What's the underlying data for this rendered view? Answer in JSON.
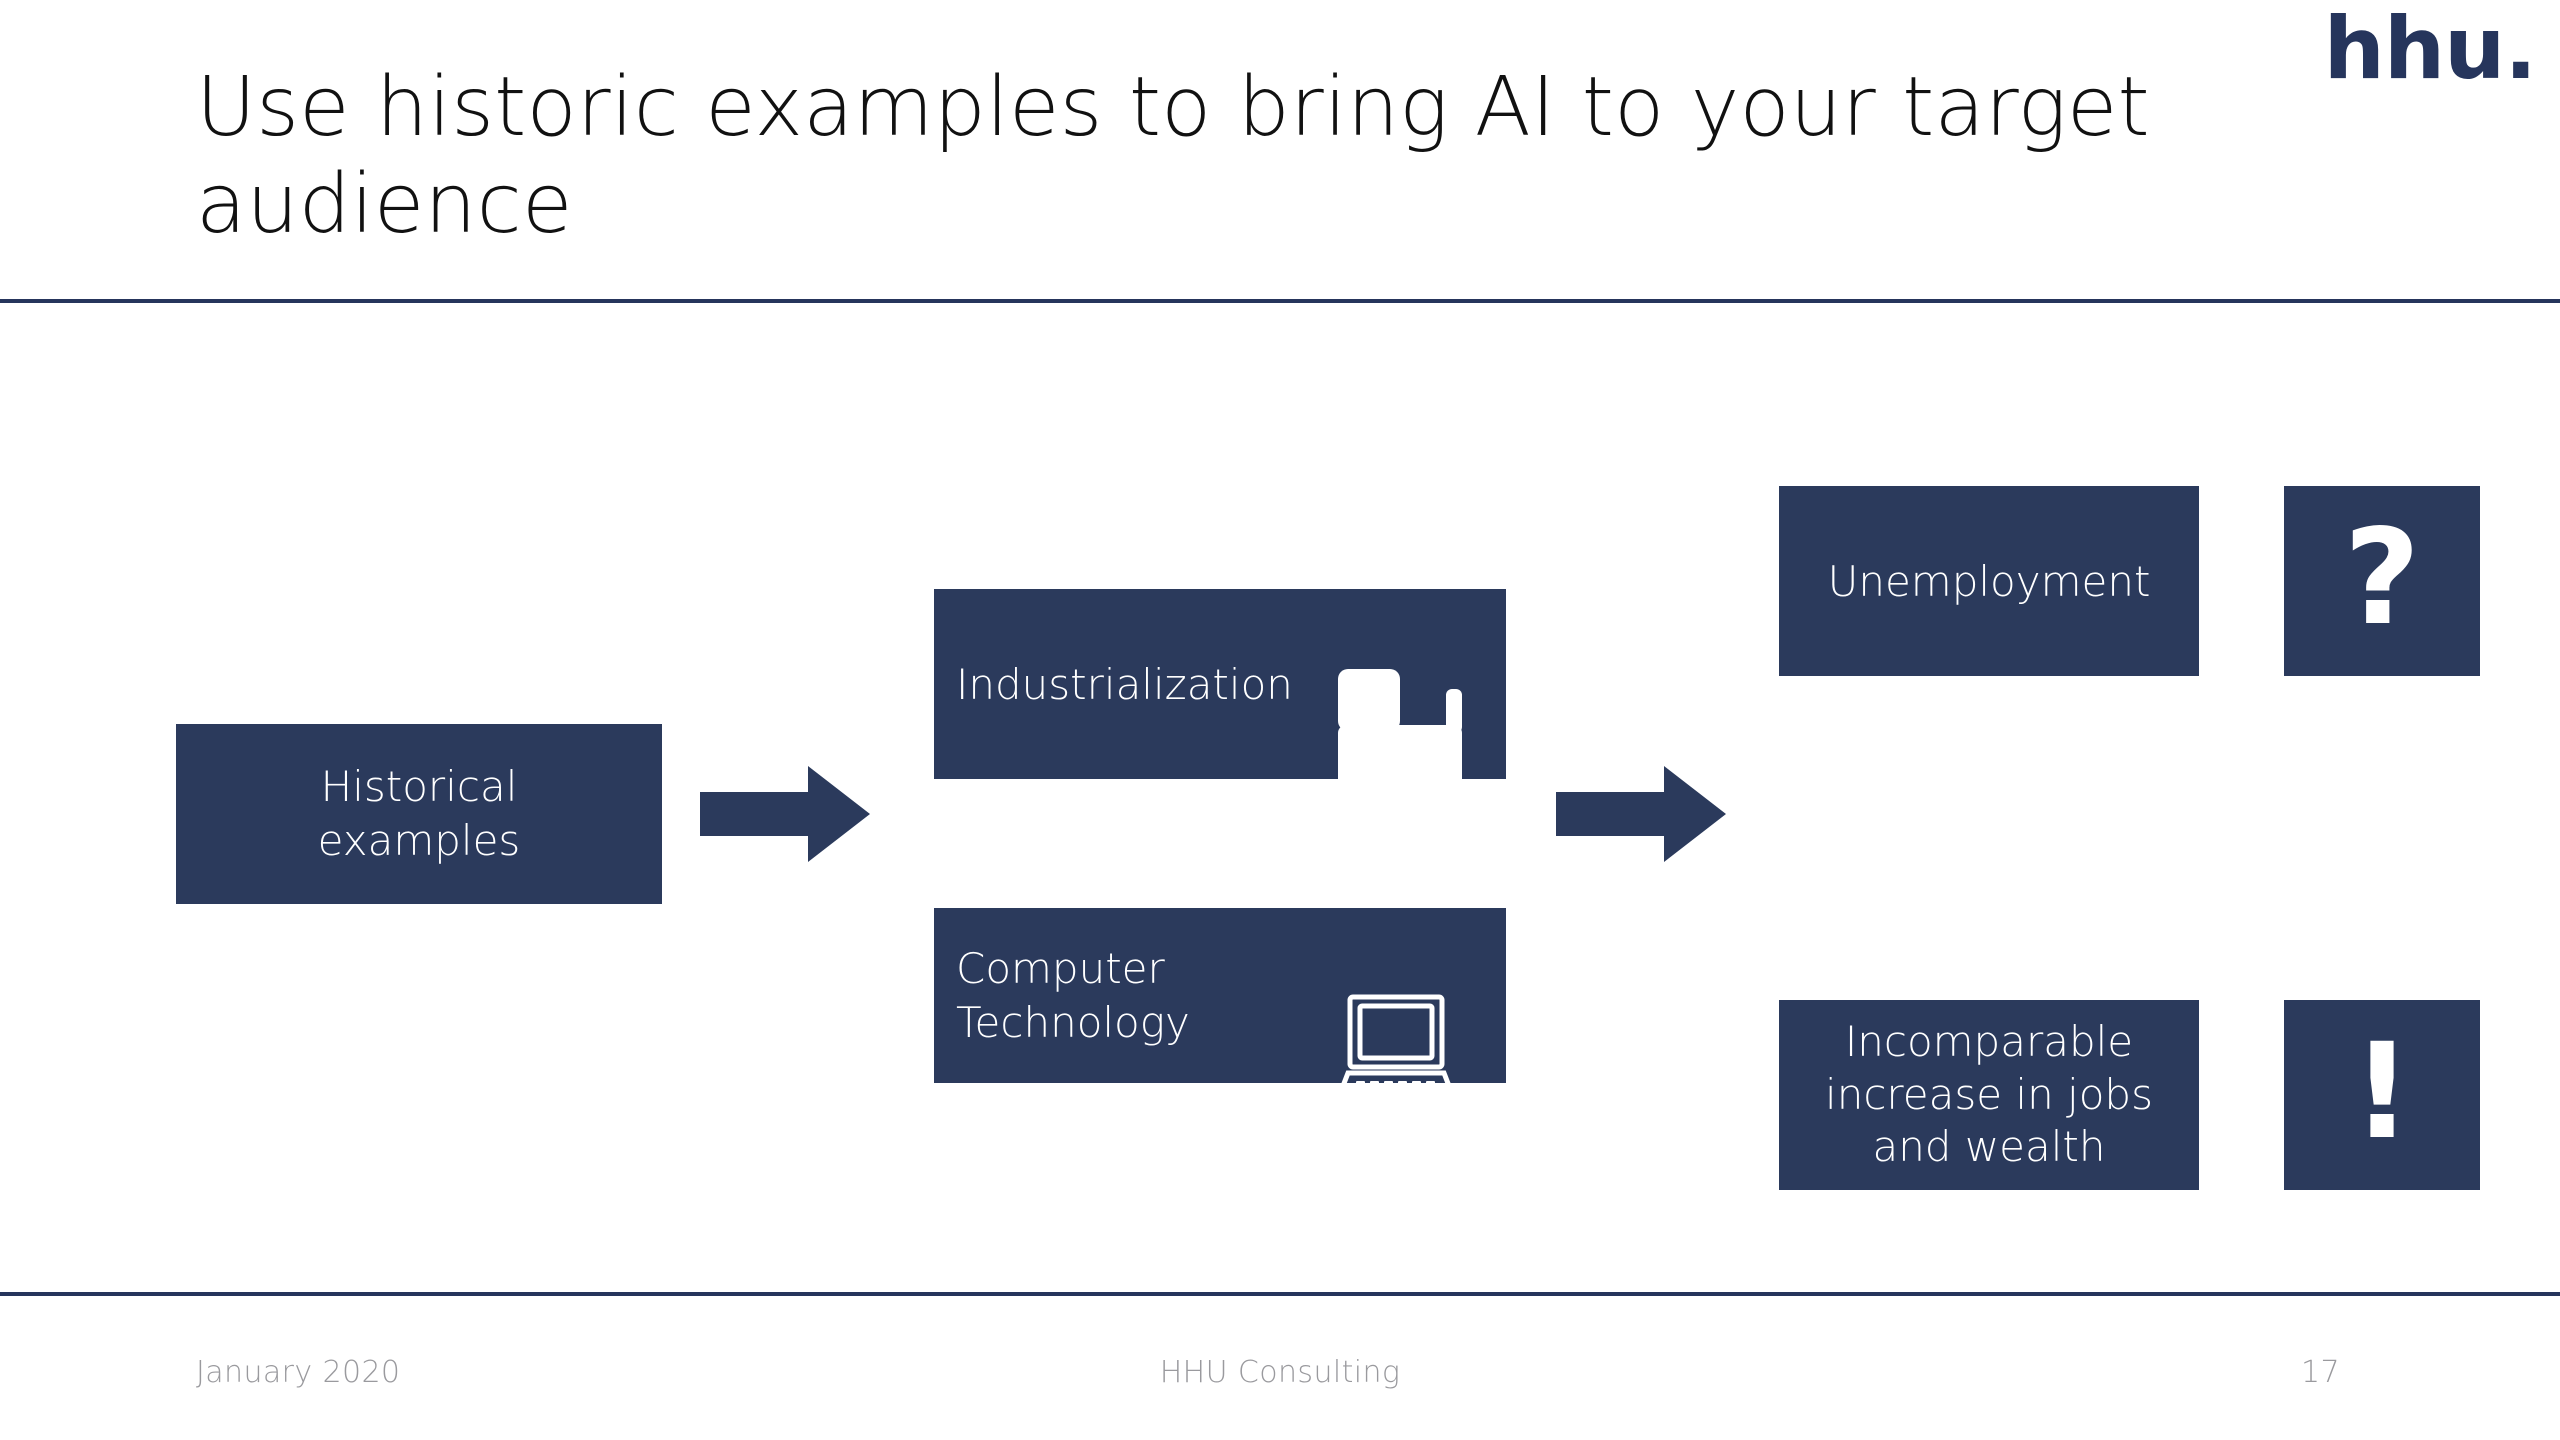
{
  "header": {
    "title": "Use historic examples to bring AI to your target\naudience",
    "logo": "hhu."
  },
  "colors": {
    "navy": "#2b3a5c",
    "logo_navy": "#26355c",
    "rule": "#26355c",
    "box_text": "#ffffff",
    "title_text": "#111111",
    "footer_text": "#9a9a9e",
    "background": "#ffffff"
  },
  "diagram": {
    "source": {
      "label": "Historical\nexamples",
      "name": "historical-examples"
    },
    "arrows": [
      {
        "name": "flow-arrow-1",
        "direction": "right"
      },
      {
        "name": "flow-arrow-2",
        "direction": "right"
      }
    ],
    "middle": [
      {
        "label": "Industrialization",
        "icon": "train-icon",
        "name": "industrialization"
      },
      {
        "label": "Computer\nTechnology",
        "icon": "computer-icon",
        "name": "computer-technology"
      }
    ],
    "outcomes": [
      {
        "label": "Unemployment",
        "symbol": "?",
        "symbol_name": "question-mark-icon",
        "name": "unemployment"
      },
      {
        "label": "Incomparable\nincrease in jobs\nand wealth",
        "symbol": "!",
        "symbol_name": "exclamation-mark-icon",
        "name": "incomparable-increase"
      }
    ]
  },
  "footer": {
    "date": "January 2020",
    "center": "HHU Consulting",
    "page_number": "17"
  }
}
